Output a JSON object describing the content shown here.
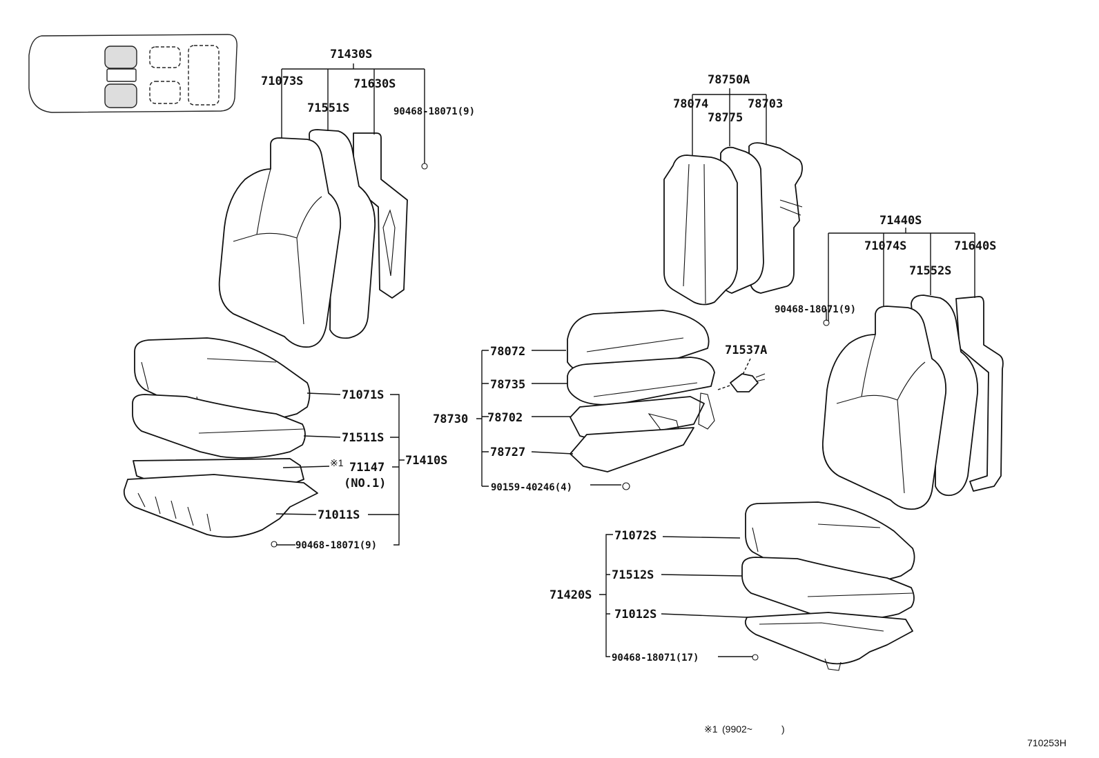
{
  "diagram_code": "710253H",
  "footnote": {
    "mark": "※1",
    "text": "(9902~",
    "close": ")"
  },
  "labels": {
    "lbl_71430S": "71430S",
    "lbl_71073S": "71073S",
    "lbl_71630S": "71630S",
    "lbl_71551S": "71551S",
    "lbl_90468_top": "90468-18071(9)",
    "lbl_78750A": "78750A",
    "lbl_78074": "78074",
    "lbl_78703": "78703",
    "lbl_78775": "78775",
    "lbl_71440S": "71440S",
    "lbl_71074S": "71074S",
    "lbl_71640S": "71640S",
    "lbl_71552S": "71552S",
    "lbl_90468_right": "90468-18071(9)",
    "lbl_71537A": "71537A",
    "lbl_78072": "78072",
    "lbl_78735": "78735",
    "lbl_78730": "78730",
    "lbl_78702": "78702",
    "lbl_78727": "78727",
    "lbl_90159": "90159-40246(4)",
    "lbl_71071S": "71071S",
    "lbl_71511S": "71511S",
    "lbl_71410S": "71410S",
    "lbl_note1": "※1",
    "lbl_71147": "71147",
    "lbl_no1": "(NO.1)",
    "lbl_71011S": "71011S",
    "lbl_90468_left": "90468-18071(9)",
    "lbl_71072S": "71072S",
    "lbl_71512S": "71512S",
    "lbl_71420S": "71420S",
    "lbl_71012S": "71012S",
    "lbl_90468_bottom": "90468-18071(17)"
  }
}
